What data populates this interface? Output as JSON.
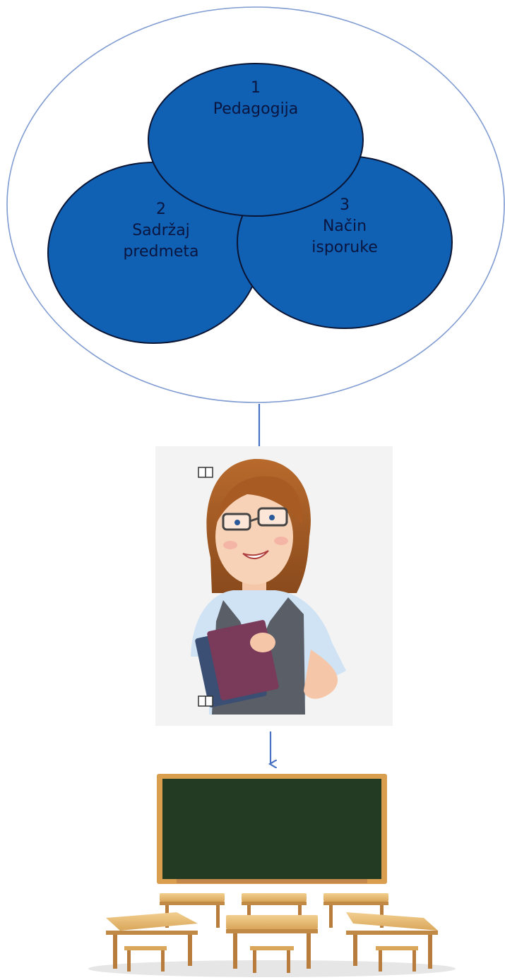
{
  "diagram": {
    "colors": {
      "circle_fill": "#1060b4",
      "circle_stroke": "#0a1433",
      "outer_stroke": "#7f9bd1",
      "arrow": "#4a72c4",
      "label_text": "#0a1640"
    },
    "circles": [
      {
        "number": "1",
        "label_lines": [
          "Pedagogija"
        ]
      },
      {
        "number": "2",
        "label_lines": [
          "Sadržaj",
          "predmeta"
        ]
      },
      {
        "number": "3",
        "label_lines": [
          "Način",
          "isporuke"
        ]
      }
    ],
    "illustrations": {
      "teacher": "teacher-holding-books",
      "classroom": "blackboard-and-desks",
      "book_icon": "book-icon"
    }
  }
}
